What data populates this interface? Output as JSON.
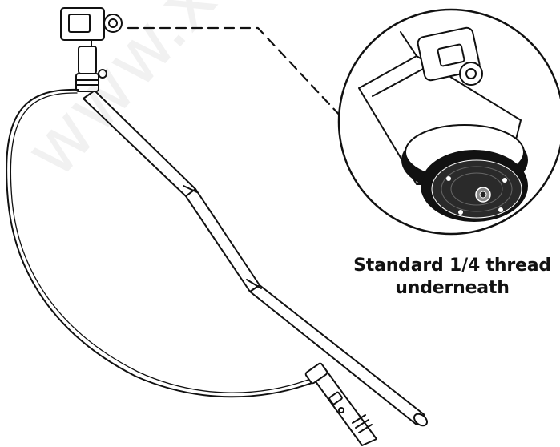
{
  "caption": {
    "line1": "Standard 1/4 thread",
    "line2": "underneath"
  },
  "watermark": "www.xanao",
  "colors": {
    "ink": "#111111",
    "background": "#ffffff",
    "watermark": "#3c3c3c"
  }
}
